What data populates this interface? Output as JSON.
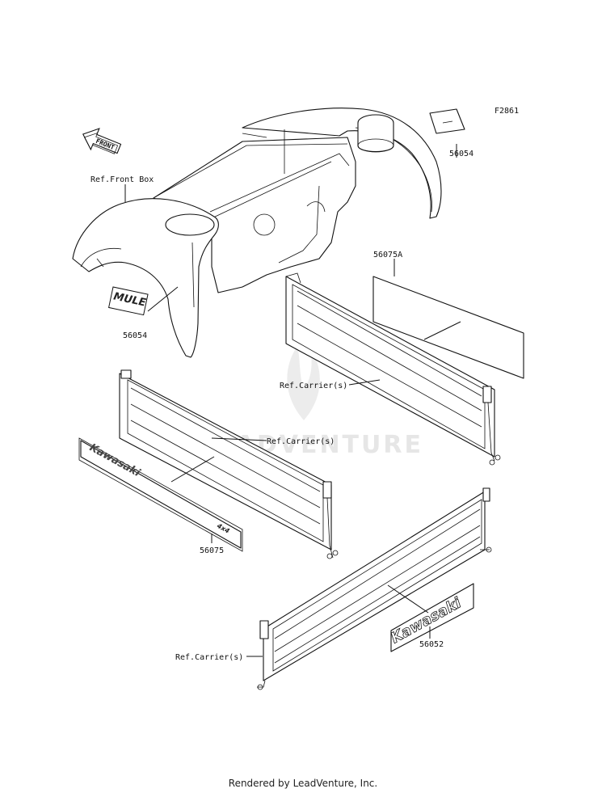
{
  "diagram": {
    "code": "F2861",
    "watermark": "LEADVENTURE",
    "labels": {
      "front_arrow": "FRONT",
      "ref_front_box": "Ref.Front Box",
      "part_56054_top": "56054",
      "part_56054_left": "56054",
      "part_56075A": "56075A",
      "ref_carrier_1": "Ref.Carrier(s)",
      "ref_carrier_2": "Ref.Carrier(s)",
      "part_56075": "56075",
      "part_56052": "56052",
      "ref_carrier_3": "Ref.Carrier(s)"
    },
    "decals": {
      "mule_logo": "MULE",
      "kawasaki_side": "Kawasaki",
      "kawasaki_4x4": "4x4",
      "kawasaki_tail": "Kawasaki"
    }
  },
  "footer": {
    "text": "Rendered by LeadVenture, Inc."
  }
}
